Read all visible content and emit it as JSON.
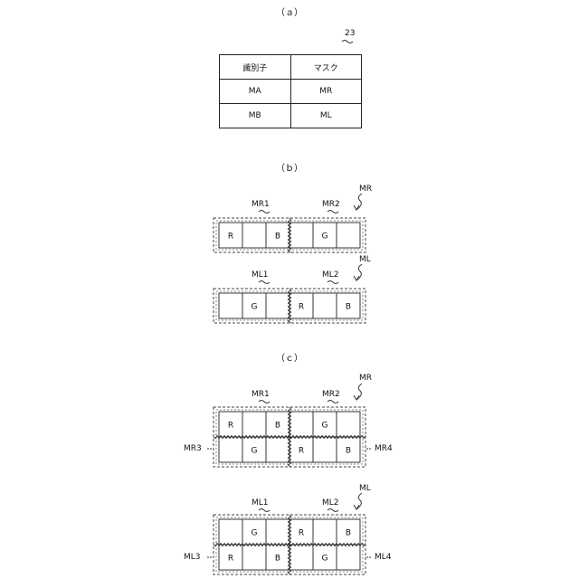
{
  "panels": {
    "a": "（ａ）",
    "b": "（ｂ）",
    "c": "（ｃ）"
  },
  "table": {
    "ref": "23",
    "headers": [
      "識別子",
      "マスク"
    ],
    "rows": [
      [
        "MA",
        "MR"
      ],
      [
        "MB",
        "ML"
      ]
    ]
  },
  "panel_b": {
    "mr_title": "MR",
    "mr_sub1": "MR1",
    "mr_sub2": "MR2",
    "mr_cells": [
      "R",
      "",
      "B",
      "",
      "G",
      ""
    ],
    "ml_title": "ML",
    "ml_sub1": "ML1",
    "ml_sub2": "ML2",
    "ml_cells": [
      "",
      "G",
      "",
      "R",
      "",
      "B"
    ]
  },
  "panel_c": {
    "mr_title": "MR",
    "mr_sub1": "MR1",
    "mr_sub2": "MR2",
    "mr_sub3": "MR3",
    "mr_sub4": "MR4",
    "mr_row1": [
      "R",
      "",
      "B",
      "",
      "G",
      ""
    ],
    "mr_row2": [
      "",
      "G",
      "",
      "R",
      "",
      "B"
    ],
    "ml_title": "ML",
    "ml_sub1": "ML1",
    "ml_sub2": "ML2",
    "ml_sub3": "ML3",
    "ml_sub4": "ML4",
    "ml_row1": [
      "",
      "G",
      "",
      "R",
      "",
      "B"
    ],
    "ml_row2": [
      "R",
      "",
      "B",
      "",
      "G",
      ""
    ]
  }
}
